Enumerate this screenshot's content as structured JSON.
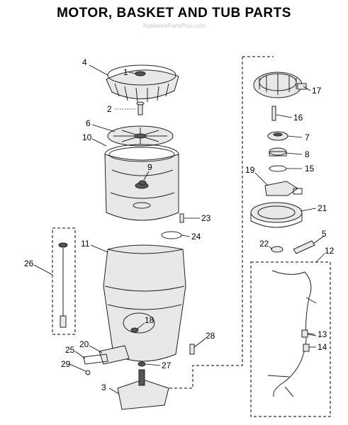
{
  "title": "MOTOR, BASKET AND TUB PARTS",
  "watermark": "AppliancePartsPros.com",
  "callouts": {
    "c1": "1",
    "c2": "2",
    "c3": "3",
    "c4": "4",
    "c5": "5",
    "c6": "6",
    "c7": "7",
    "c8": "8",
    "c9": "9",
    "c10": "10",
    "c11": "11",
    "c12": "12",
    "c13": "13",
    "c14": "14",
    "c15": "15",
    "c16": "16",
    "c17": "17",
    "c18": "18",
    "c19": "19",
    "c20": "20",
    "c21": "21",
    "c22": "22",
    "c23": "23",
    "c24": "24",
    "c25": "25",
    "c26": "26",
    "c27": "27",
    "c28": "28",
    "c29": "29"
  }
}
